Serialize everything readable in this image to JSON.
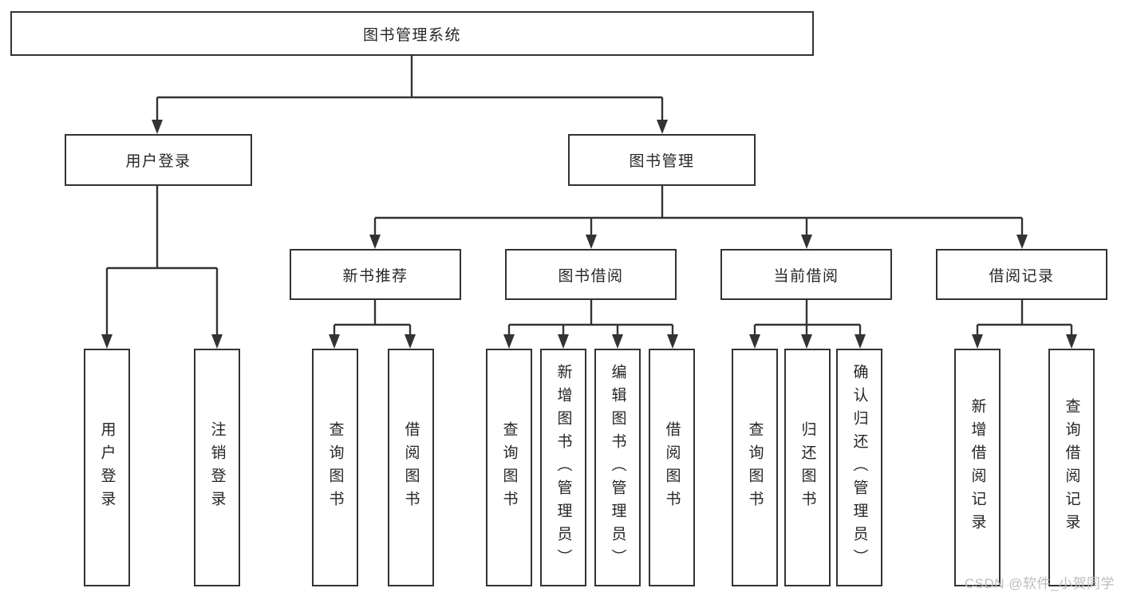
{
  "diagram": {
    "title_note": "library management system function structure diagram",
    "root": {
      "label": "图书管理系统"
    },
    "level2": {
      "user_login": {
        "label": "用户登录"
      },
      "book_mgmt": {
        "label": "图书管理"
      }
    },
    "level3": {
      "new_book_rec": {
        "label": "新书推荐"
      },
      "book_borrow": {
        "label": "图书借阅"
      },
      "current_borrow": {
        "label": "当前借阅"
      },
      "borrow_record": {
        "label": "借阅记录"
      }
    },
    "level4": {
      "user_login_v": {
        "label": "用户登录"
      },
      "logout": {
        "label": "注销登录"
      },
      "rec_query_book": {
        "label": "查询图书"
      },
      "rec_borrow_book": {
        "label": "借阅图书"
      },
      "bb_query_book": {
        "label": "查询图书"
      },
      "bb_add_book": {
        "label": "新增图书（管理员）"
      },
      "bb_edit_book": {
        "label": "编辑图书（管理员）"
      },
      "bb_borrow_book": {
        "label": "借阅图书"
      },
      "cb_query_book": {
        "label": "查询图书"
      },
      "cb_return_book": {
        "label": "归还图书"
      },
      "cb_confirm_return": {
        "label": "确认归还（管理员）"
      },
      "br_add_record": {
        "label": "新增借阅记录"
      },
      "br_query_record": {
        "label": "查询借阅记录"
      }
    },
    "watermark": "CSDN @软件_小贺同学",
    "colors": {
      "line": "#333333",
      "text": "#262626",
      "watermark": "#bdbdbd",
      "background": "#ffffff"
    }
  }
}
